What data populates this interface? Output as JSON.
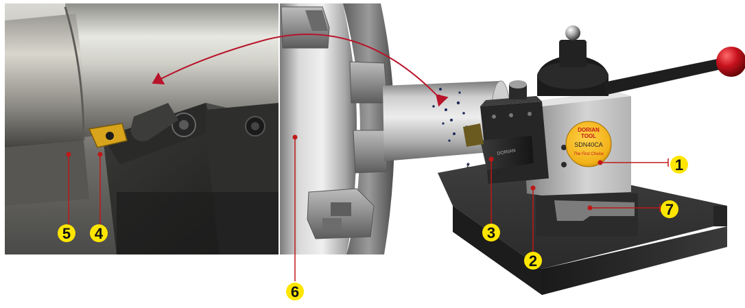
{
  "callouts": {
    "c1": "1",
    "c2": "2",
    "c3": "3",
    "c4": "4",
    "c5": "5",
    "c6": "6",
    "c7": "7"
  },
  "logo": {
    "line1": "DORIAN",
    "line2": "TOOL",
    "model": "SDN40CA",
    "tagline": "The First Choice"
  },
  "colors": {
    "callout_fill": "#ffe600",
    "leader": "#c01818",
    "arrow": "#b8142a",
    "logo_gold": "#f2b21a",
    "handle_ball": "#c8121e"
  }
}
